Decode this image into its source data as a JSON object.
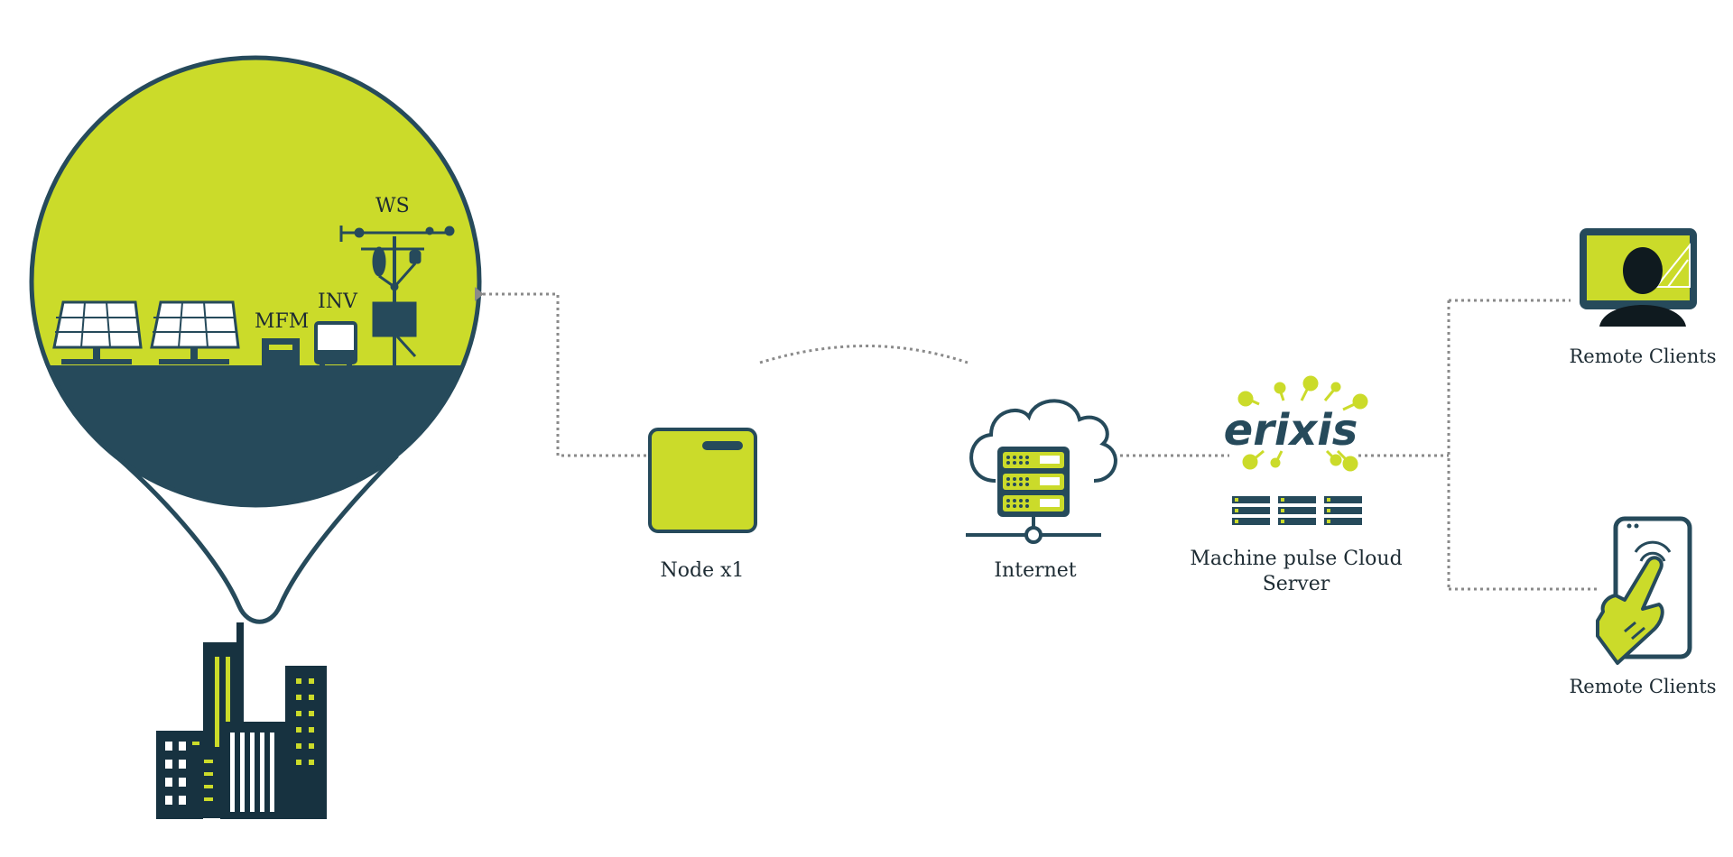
{
  "colors": {
    "lime": "#cbdb2a",
    "navy": "#264a5b",
    "dark": "#173240",
    "line": "#8a8a8a"
  },
  "site": {
    "ws_label": "WS",
    "inv_label": "INV",
    "mfm_label": "MFM"
  },
  "nodes": {
    "node": {
      "label": "Node x1",
      "icon": "gateway-box-icon"
    },
    "internet": {
      "label": "Internet",
      "icon": "cloud-server-icon"
    },
    "cloud": {
      "label_line1": "Machine pulse Cloud",
      "label_line2": "Server",
      "logo_text": "erixis",
      "icon": "server-rack-icon"
    },
    "client_desktop": {
      "label": "Remote Clients",
      "icon": "monitor-user-icon"
    },
    "client_mobile": {
      "label": "Remote Clients",
      "icon": "smartphone-touch-icon"
    }
  },
  "building": {
    "icon": "city-buildings-icon"
  }
}
